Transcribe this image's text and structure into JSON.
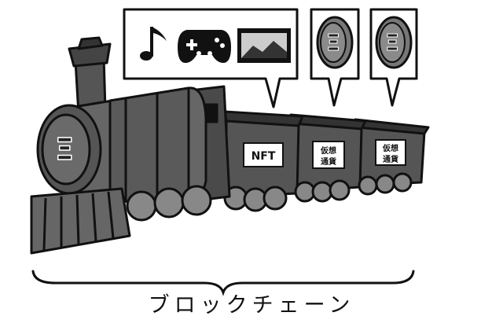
{
  "illustration": {
    "bubbles": [
      {
        "icons": [
          "music-note-icon",
          "gamepad-icon",
          "image-icon"
        ]
      },
      {
        "icons": [
          "crypto-coin-icon"
        ]
      },
      {
        "icons": [
          "crypto-coin-icon"
        ]
      }
    ],
    "wagons": [
      {
        "label": "NFT"
      },
      {
        "label_line1": "仮想",
        "label_line2": "通貨"
      },
      {
        "label_line1": "仮想",
        "label_line2": "通貨"
      }
    ],
    "caption": "ブロックチェーン",
    "colors": {
      "body": "#6b6b6b",
      "dark": "#3a3a3a",
      "outline": "#111111",
      "light": "#a8a8a8"
    }
  }
}
